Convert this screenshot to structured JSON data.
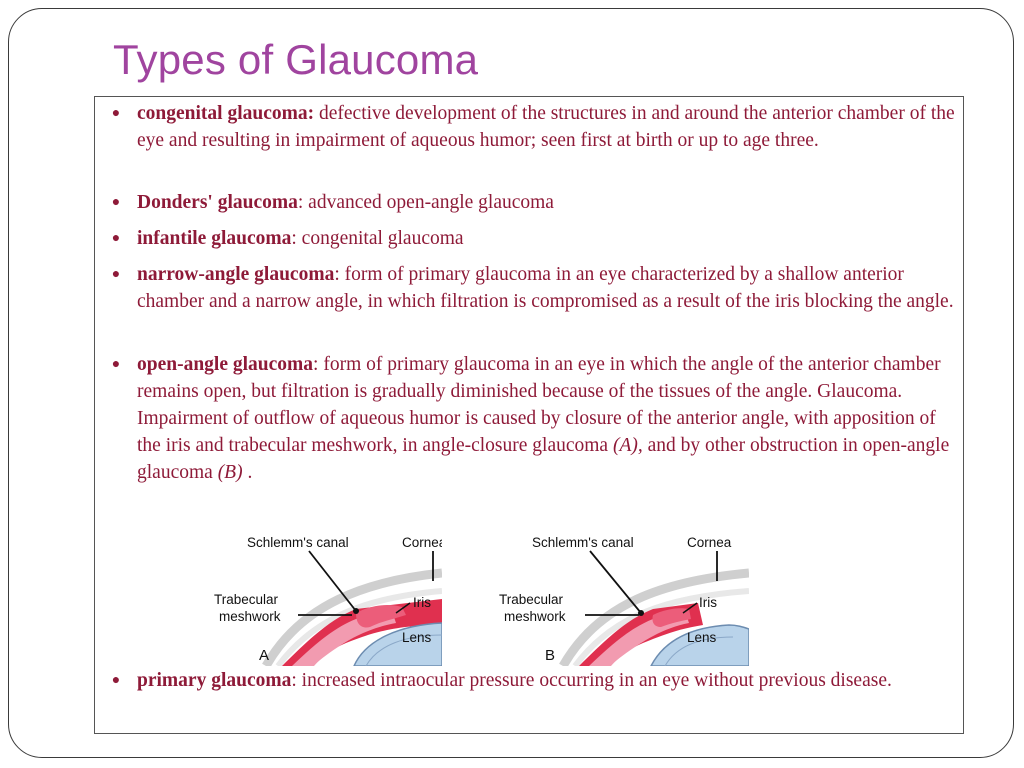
{
  "slide": {
    "title": "Types of Glaucoma",
    "bullets": [
      {
        "term": "congenital glaucoma:",
        "definition": " defective development of the structures in and around the anterior chamber of the eye and resulting in impairment of aqueous humor; seen first at birth or up to age three."
      },
      {
        "term": "Donders' glaucoma",
        "definition": ": advanced open-angle glaucoma"
      },
      {
        "term": "infantile glaucoma",
        "definition": ": congenital glaucoma"
      },
      {
        "term": "narrow-angle glaucoma",
        "definition": ": form of primary glaucoma in an eye characterized by a shallow anterior chamber and a narrow angle, in which filtration is compromised as a result of the iris blocking the angle."
      },
      {
        "term": "open-angle glaucoma",
        "definition": ": form of primary glaucoma in an eye in which the angle of the anterior chamber remains open, but filtration is gradually diminished because of the tissues of the angle. Glaucoma. Impairment of outflow of aqueous humor is caused by closure of the anterior angle, with apposition of the iris and trabecular meshwork, in angle-closure glaucoma ",
        "italic_a": "(A),",
        "middle": " and by other obstruction in open-angle glaucoma ",
        "italic_b": "(B)",
        "end": " ."
      },
      {
        "term": "primary glaucoma",
        "definition": ": increased intraocular pressure occurring in an eye without previous disease."
      }
    ]
  },
  "figures": {
    "a": {
      "schlemm": "Schlemm's canal",
      "cornea": "Cornea",
      "trabecular_1": "Trabecular",
      "trabecular_2": "meshwork",
      "iris": "Iris",
      "lens": "Lens",
      "letter": "A"
    },
    "b": {
      "schlemm": "Schlemm's canal",
      "cornea": "Cornea",
      "trabecular_1": "Trabecular",
      "trabecular_2": "meshwork",
      "iris": "Iris",
      "lens": "Lens",
      "letter": "B"
    }
  },
  "colors": {
    "title": "#a0449f",
    "body_text": "#8e1a38",
    "tissue_red": "#e0304f",
    "lens_blue": "#b9d3ea"
  }
}
